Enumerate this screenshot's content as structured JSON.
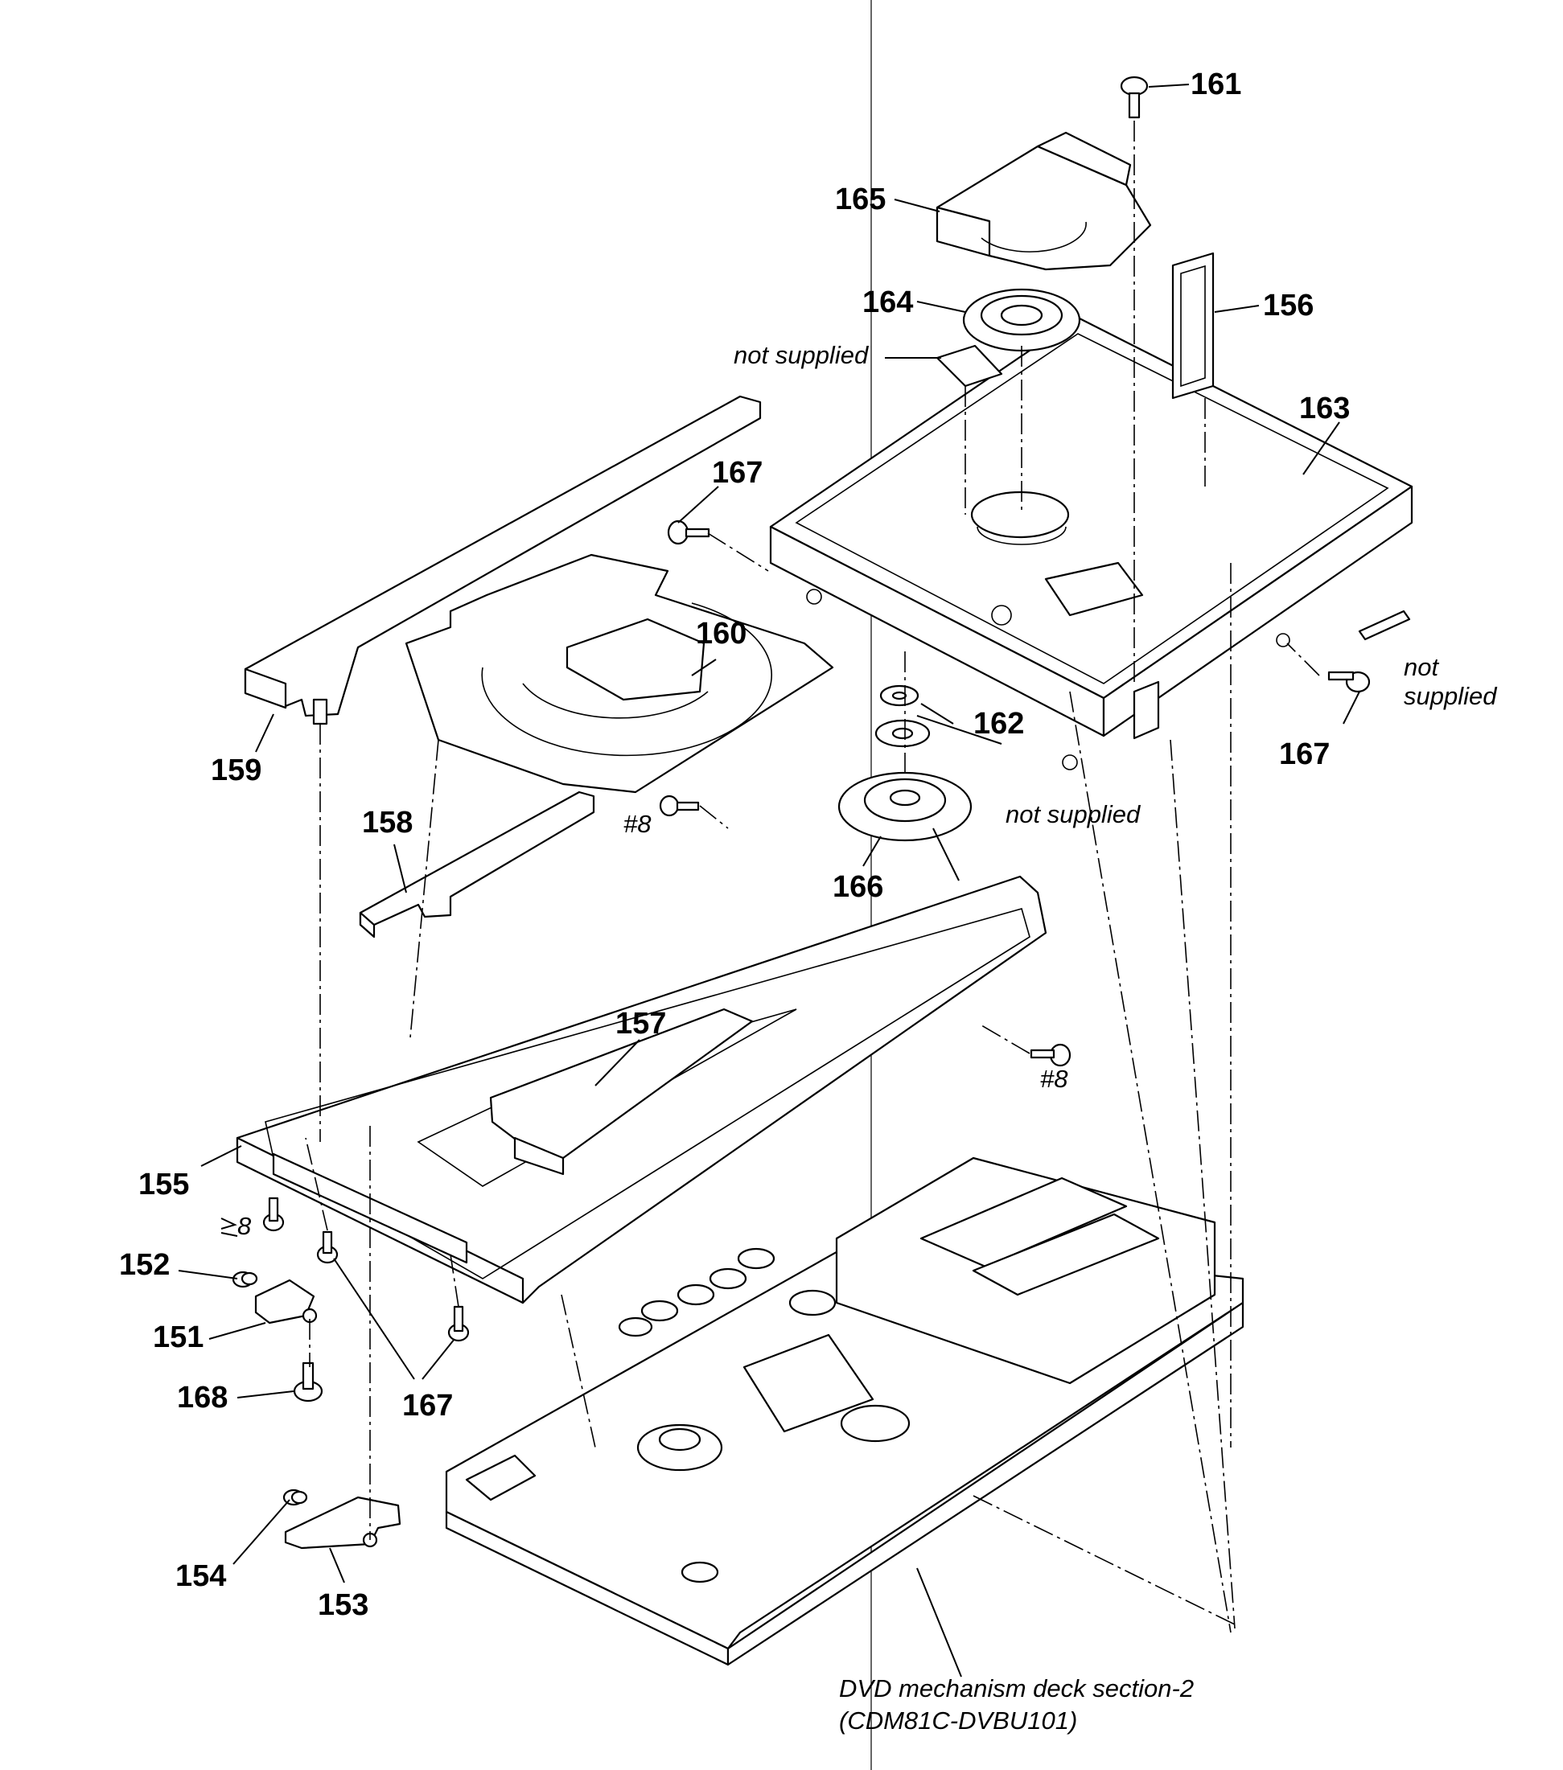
{
  "diagram": {
    "parts": [
      {
        "id": "161",
        "label": "161"
      },
      {
        "id": "165",
        "label": "165"
      },
      {
        "id": "164",
        "label": "164"
      },
      {
        "id": "156",
        "label": "156"
      },
      {
        "id": "163",
        "label": "163"
      },
      {
        "id": "167a",
        "label": "167"
      },
      {
        "id": "160",
        "label": "160"
      },
      {
        "id": "162",
        "label": "162"
      },
      {
        "id": "167b",
        "label": "167"
      },
      {
        "id": "159",
        "label": "159"
      },
      {
        "id": "158",
        "label": "158"
      },
      {
        "id": "166",
        "label": "166"
      },
      {
        "id": "157",
        "label": "157"
      },
      {
        "id": "155",
        "label": "155"
      },
      {
        "id": "152",
        "label": "152"
      },
      {
        "id": "151",
        "label": "151"
      },
      {
        "id": "168",
        "label": "168"
      },
      {
        "id": "167c",
        "label": "167"
      },
      {
        "id": "154",
        "label": "154"
      },
      {
        "id": "153",
        "label": "153"
      }
    ],
    "screw_marks": {
      "screw_a": "#8",
      "screw_b": "#8",
      "screw_c": "8"
    },
    "notes": {
      "not_supplied_top": "not supplied",
      "not_supplied_right_1": "not",
      "not_supplied_right_2": "supplied",
      "not_supplied_mid": "not supplied"
    },
    "caption": {
      "line1": "DVD mechanism deck section-2",
      "line2": "(CDM81C-DVBU101)"
    }
  }
}
